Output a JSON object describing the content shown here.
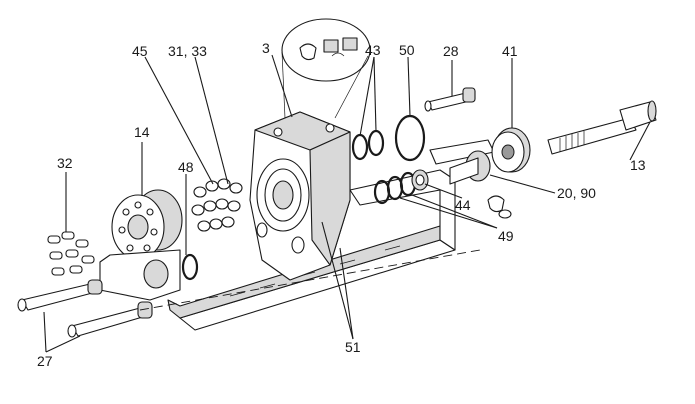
{
  "labels": {
    "l45": "45",
    "l31_33": "31, 33",
    "l3": "3",
    "l43": "43",
    "l50": "50",
    "l28": "28",
    "l41": "41",
    "l14": "14",
    "l32": "32",
    "l48": "48",
    "l13": "13",
    "l20_90": "20, 90",
    "l44": "44",
    "l49": "49",
    "l27": "27",
    "l51": "51"
  }
}
